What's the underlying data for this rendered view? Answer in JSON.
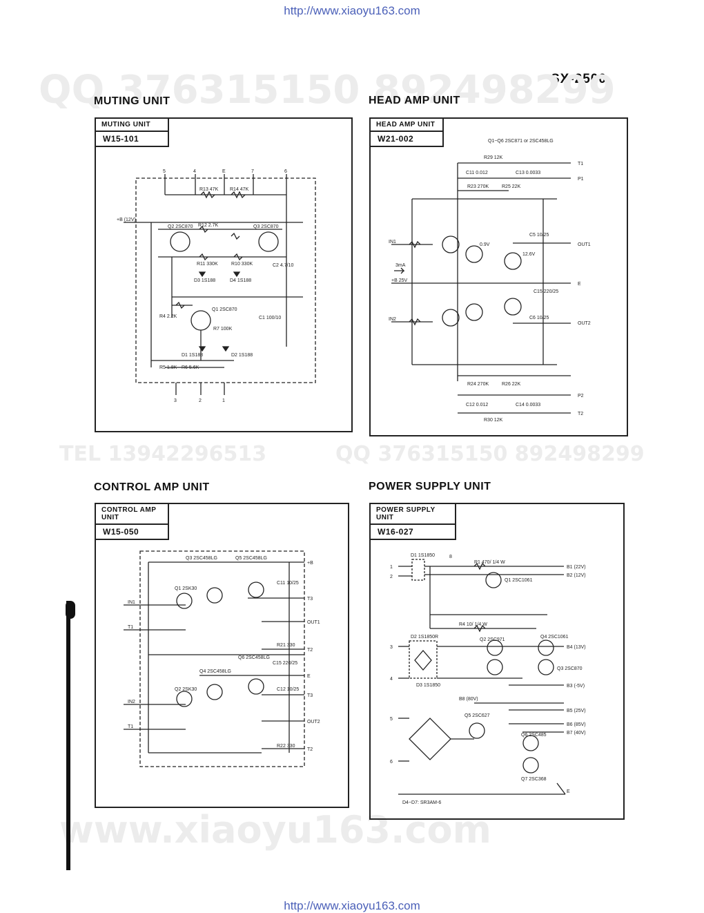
{
  "header": {
    "url_top": "http://www.xiaoyu163.com",
    "url_bottom": "http://www.xiaoyu163.com",
    "model": "SX-2500"
  },
  "watermarks": {
    "qq_top": "QQ 376315150  892498299",
    "tel_mid": "TEL 13942296513",
    "qq_mid": "QQ 376315150 892498299",
    "site": "www.xiaoyu163.com"
  },
  "sections": {
    "muting": {
      "title": "MUTING UNIT",
      "tag_name": "MUTING UNIT",
      "tag_code": "W15-101",
      "labels": {
        "t5": "5",
        "t4": "4",
        "tE": "E",
        "t7": "7",
        "t6": "6",
        "t3": "3",
        "t2": "2",
        "t1": "1",
        "supply": "+B (12V)",
        "q2": "Q2 2SC870",
        "q3": "Q3 2SC870",
        "q1": "Q1 2SC870",
        "d3": "D3 1S188",
        "d4": "D4 1S188",
        "d1": "D1 1S188",
        "d2": "D2 1S188",
        "r13": "R13 47K",
        "r14": "R14 47K",
        "r12": "R12 2.7K",
        "r11": "R11 330K",
        "r10": "R10 330K",
        "r5": "R5 1.8K",
        "r6": "R6 5.6K",
        "r7": "R7 100K",
        "r4": "R4 2.2K",
        "c1": "C1 100/10",
        "c2": "C2 4.7/10"
      }
    },
    "head_amp": {
      "title": "HEAD AMP UNIT",
      "tag_name": "HEAD AMP UNIT",
      "tag_code": "W21-002",
      "labels": {
        "transistors": "Q1~Q6 2SC871 or 2SC458LG",
        "in1": "IN1",
        "in2": "IN2",
        "supply": "+B 25V",
        "out1": "OUT1",
        "out2": "OUT2",
        "e": "E",
        "t1": "T1",
        "p1": "P1",
        "p2": "P2",
        "t2": "T2",
        "current": "3mA",
        "r29": "R29 12K",
        "r23": "R23 270K",
        "r25": "R25 22K",
        "r24": "R24 270K",
        "r26": "R26 22K",
        "r30": "R30 12K",
        "c11": "C11 0.012",
        "c13": "C13 0.0033",
        "c12": "C12 0.012",
        "c14": "C14 0.0033",
        "c5": "C5 10/25",
        "c6": "C6 10/25",
        "c15": "C15 220/25",
        "v1": "12.6V",
        "v2": "0.9V"
      }
    },
    "control_amp": {
      "title": "CONTROL AMP UNIT",
      "tag_name": "CONTROL AMP UNIT",
      "tag_code": "W15-050",
      "labels": {
        "q3": "Q3 2SC458LG",
        "q5": "Q5 2SC458LG",
        "q1": "Q1 2SK30",
        "q2": "Q2 2SK30",
        "q4": "Q4 2SC458LG",
        "q6": "Q6 2SC458LG",
        "in1": "IN1",
        "in2": "IN2",
        "t1a": "T1",
        "t1b": "T1",
        "b": "+B",
        "t3a": "T3",
        "t3b": "T3",
        "out1": "OUT1",
        "out2": "OUT2",
        "t2a": "T2",
        "t2b": "T2",
        "e": "E",
        "c11": "C11 10/25",
        "c12": "C12 10/25",
        "c15": "C15 220/25",
        "r21": "R21 330",
        "r22": "R22 330"
      }
    },
    "power_supply": {
      "title": "POWER SUPPLY UNIT",
      "tag_name": "POWER SUPPLY UNIT",
      "tag_code": "W16-027",
      "labels": {
        "d1": "D1 1S1850",
        "d2": "D2 1S1850R",
        "d3": "D3 1S1850",
        "q1": "Q1 2SC1061",
        "q2": "Q2 2SC971",
        "q4": "Q4 2SC1061",
        "q3": "Q3 2SC870",
        "q5": "Q5 2SC627",
        "q6": "Q6 2SC485",
        "q7": "Q7 2SC368",
        "b1": "B1 (22V)",
        "b2": "B2 (12V)",
        "b4": "B4 (13V)",
        "b3": "B3 (-5V)",
        "b5": "B5 (25V)",
        "b6": "B6 (85V)",
        "b7": "B7 (40V)",
        "b8": "B8 (80V)",
        "r1": "R1 470/ 1/4 W",
        "r4": "R4 10/ 1/4 W",
        "diodes": "D4~D7: SR3AM-6",
        "e": "E",
        "t1": "1",
        "t2": "2",
        "t3": "3",
        "t4": "4",
        "t5": "5",
        "t6": "6",
        "t8": "8"
      }
    }
  }
}
